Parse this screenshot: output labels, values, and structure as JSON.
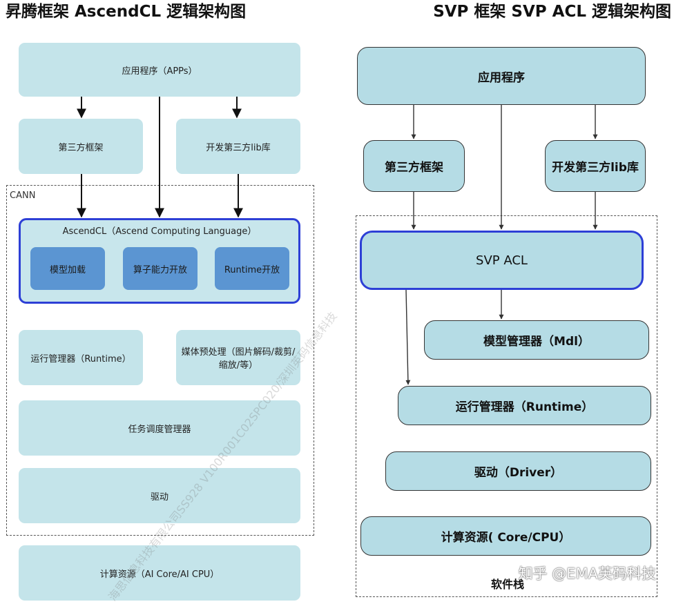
{
  "left": {
    "title": "昇腾框架 AscendCL 逻辑架构图",
    "apps": "应用程序（APPs）",
    "third_party_framework": "第三方框架",
    "dev_third_party_lib": "开发第三方lib库",
    "cann_label": "CANN",
    "ascendcl": "AscendCL（Ascend Computing Language）",
    "model_loading": "模型加载",
    "operator_capability": "算子能力开放",
    "runtime_open": "Runtime开放",
    "runtime_manager": "运行管理器（Runtime）",
    "media_preprocess": "媒体预处理（图片解码/裁剪/缩放/等）",
    "task_scheduler": "任务调度管理器",
    "driver": "驱动",
    "compute_resource": "计算资源（AI Core/AI CPU）"
  },
  "right": {
    "title": "SVP 框架 SVP ACL 逻辑架构图",
    "app": "应用程序",
    "third_party_framework": "第三方框架",
    "dev_third_party_lib": "开发第三方lib库",
    "svp_acl": "SVP ACL",
    "model_manager": "模型管理器（Mdl）",
    "runtime_manager": "运行管理器（Runtime）",
    "driver": "驱动（Driver）",
    "compute_resource": "计算资源( Core/CPU）",
    "software_stack": "软件栈"
  },
  "watermark": "知乎 @EMA英码科技",
  "background_watermark": "海思信息科技有限公司SS928 V100R001C02SPC020/深圳英码信息科技",
  "colors": {
    "left_box": "#c4e4ea",
    "left_inner": "#5b95d2",
    "right_box": "#b5dce5",
    "acl_border": "#2d3fd6"
  }
}
